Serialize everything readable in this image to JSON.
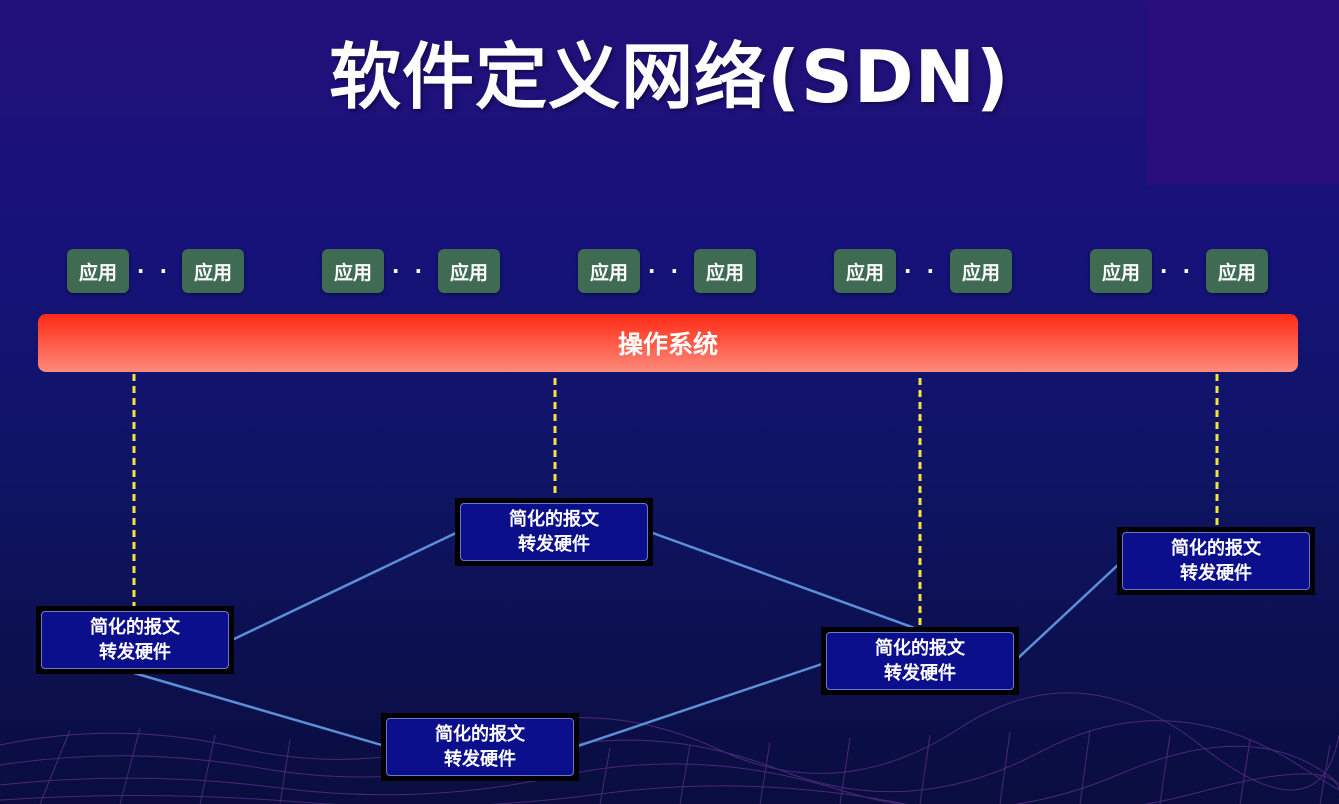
{
  "title": "软件定义网络(SDN)",
  "app_label": "应用",
  "ellipsis": "· ·",
  "os_label": "操作系统",
  "hardware": {
    "line1": "简化的报文",
    "line2": "转发硬件"
  },
  "colors": {
    "app_box": "#3f6b52",
    "os_bar": "#ff3a22",
    "hardware_box": "#0c0f8c",
    "control_link": "#f5e23a",
    "data_link": "#5b8fd8"
  }
}
